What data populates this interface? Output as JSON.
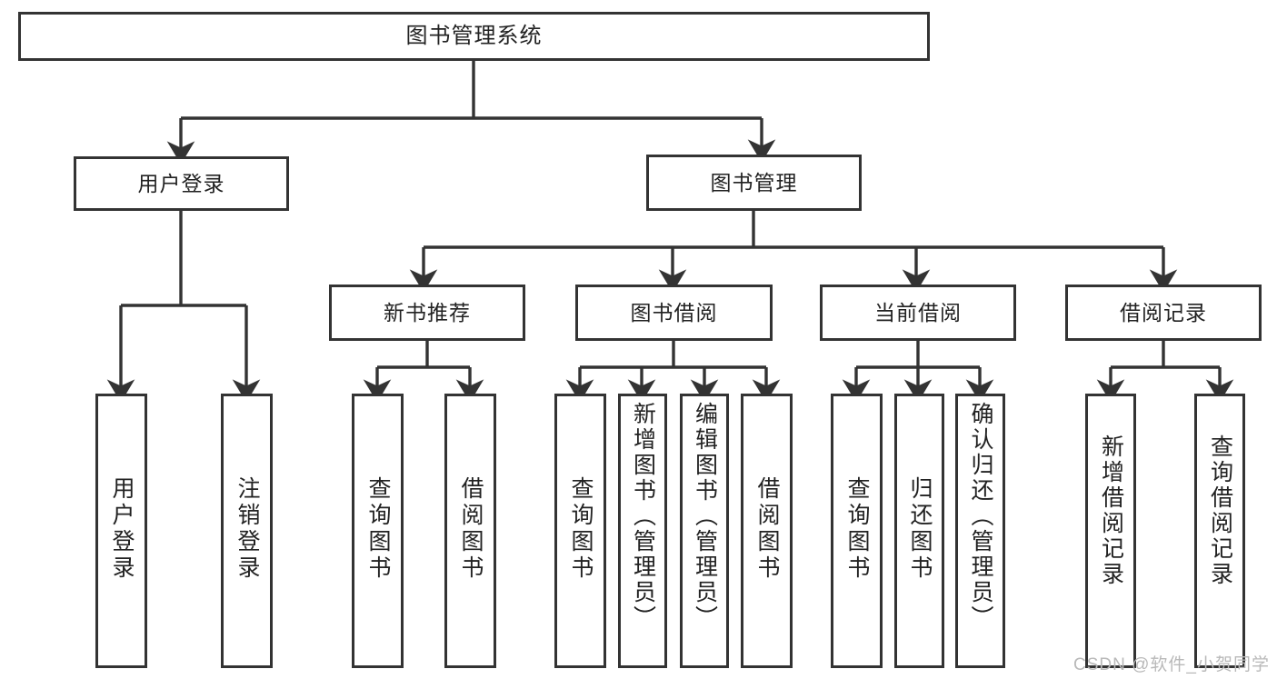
{
  "diagram": {
    "title": "图书管理系统",
    "type": "tree-structure-chart",
    "watermark": "CSDN @软件_小贺同学",
    "line_color": "#333333",
    "box_fill": "#ffffff",
    "text_color": "#222222"
  },
  "nodes": {
    "root": {
      "label": "图书管理系统"
    },
    "level1": [
      {
        "label": "用户登录"
      },
      {
        "label": "图书管理"
      }
    ],
    "level2": [
      {
        "label": "新书推荐"
      },
      {
        "label": "图书借阅"
      },
      {
        "label": "当前借阅"
      },
      {
        "label": "借阅记录"
      }
    ],
    "leaves": {
      "user_login": [
        {
          "label": "用户登录"
        },
        {
          "label": "注销登录"
        }
      ],
      "new_book_recommend": [
        {
          "label": "查询图书"
        },
        {
          "label": "借阅图书"
        }
      ],
      "book_borrow": [
        {
          "label": "查询图书"
        },
        {
          "label": "新增图书（管理员）"
        },
        {
          "label": "编辑图书（管理员）"
        },
        {
          "label": "借阅图书"
        }
      ],
      "current_borrow": [
        {
          "label": "查询图书"
        },
        {
          "label": "归还图书"
        },
        {
          "label": "确认归还（管理员）"
        }
      ],
      "borrow_record": [
        {
          "label": "新增借阅记录"
        },
        {
          "label": "查询借阅记录"
        }
      ]
    }
  }
}
